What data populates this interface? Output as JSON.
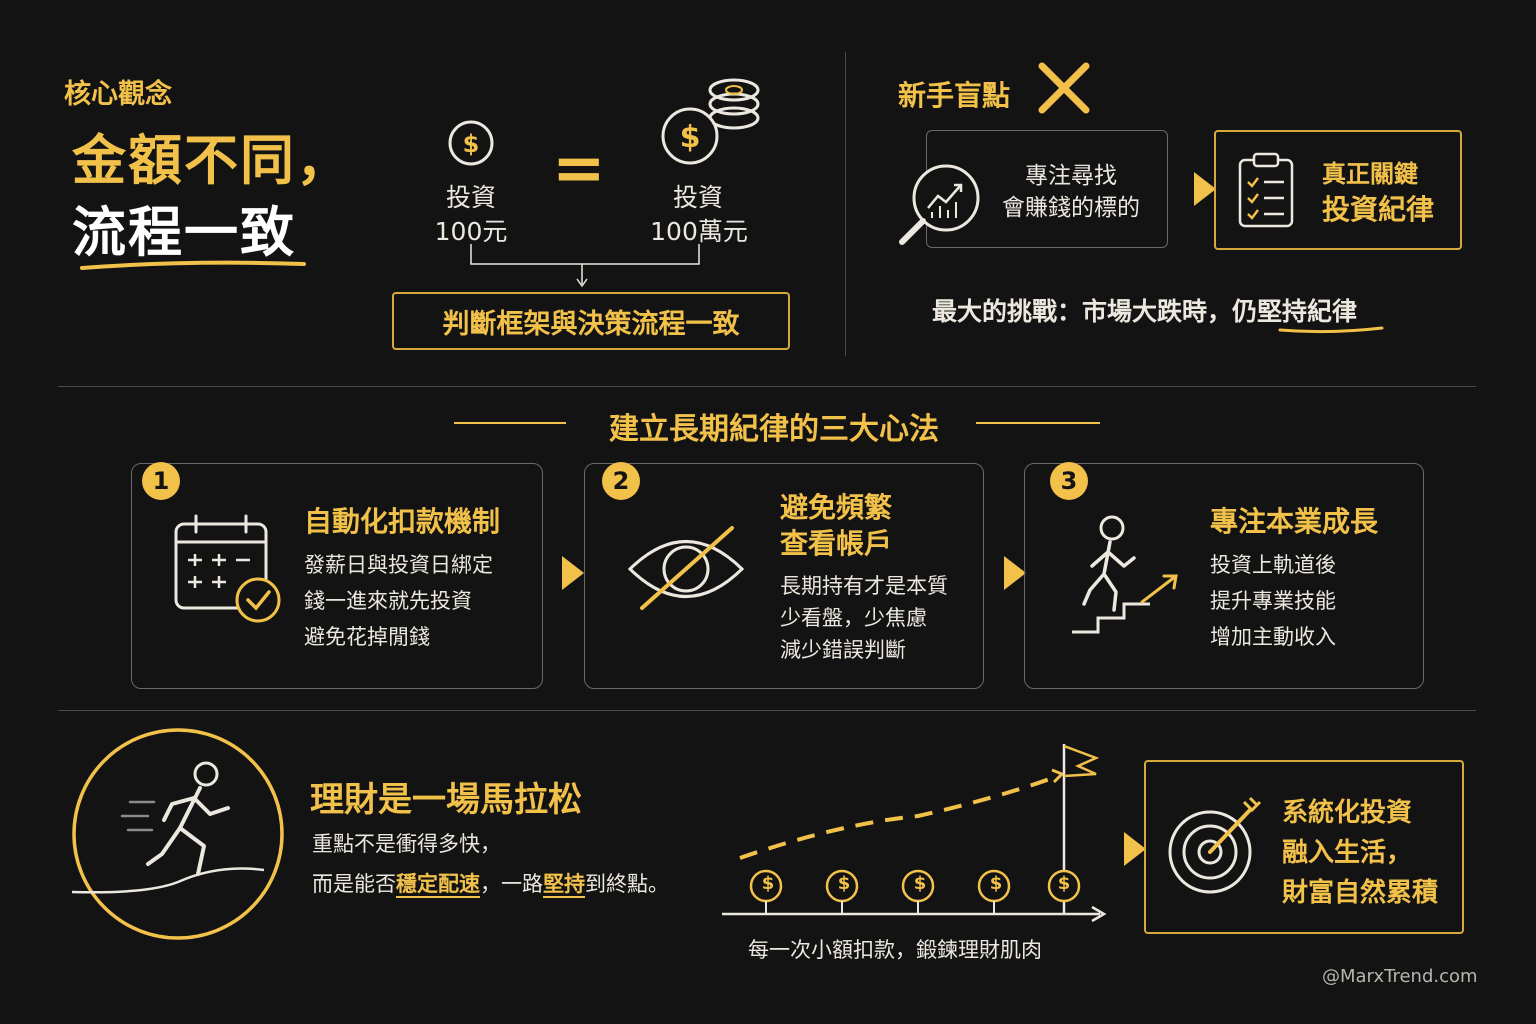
{
  "core": {
    "label": "核心觀念",
    "title_line1": "金額不同，",
    "title_line2": "流程一致",
    "left_label1": "投資",
    "left_label2": "100元",
    "equals": "=",
    "right_label1": "投資",
    "right_label2": "100萬元",
    "result": "判斷框架與決策流程一致"
  },
  "blind": {
    "label": "新手盲點",
    "focus_line1": "專注尋找",
    "focus_line2": "會賺錢的標的",
    "key_line1": "真正關鍵",
    "key_line2": "投資紀律",
    "challenge_prefix": "最大的挑戰：市場大跌時，仍",
    "challenge_highlight": "堅持紀律"
  },
  "methods": {
    "section_title": "建立長期紀律的三大心法",
    "items": [
      {
        "num": "1",
        "title": "自動化扣款機制",
        "lines": [
          "發薪日與投資日綁定",
          "錢一進來就先投資",
          "避免花掉閒錢"
        ]
      },
      {
        "num": "2",
        "title_line1": "避免頻繁",
        "title_line2": "查看帳戶",
        "lines": [
          "長期持有才是本質",
          "少看盤，少焦慮",
          "減少錯誤判斷"
        ]
      },
      {
        "num": "3",
        "title": "專注本業成長",
        "lines": [
          "投資上軌道後",
          "提升專業技能",
          "增加主動收入"
        ]
      }
    ]
  },
  "marathon": {
    "title": "理財是一場馬拉松",
    "line1": "重點不是衝得多快，",
    "line2_a": "而是能否",
    "line2_hl1": "穩定配速",
    "line2_b": "，一路",
    "line2_hl2": "堅持",
    "line2_c": "到終點。",
    "chart_caption": "每一次小額扣款，鍛鍊理財肌肉",
    "coin_symbol": "$",
    "result_line1": "系統化投資",
    "result_line2": "融入生活，",
    "result_line3": "財富自然累積"
  },
  "credit": "@MarxTrend.com",
  "colors": {
    "accent": "#f2c14a",
    "background": "#131313",
    "text": "#ece8df"
  }
}
